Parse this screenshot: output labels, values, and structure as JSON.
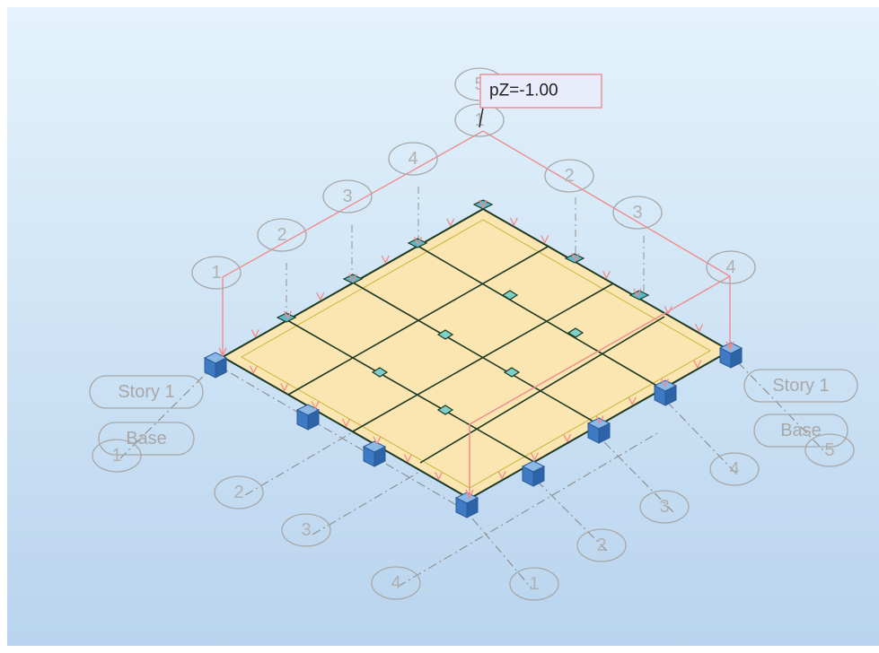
{
  "load_label": "pZ=-1.00",
  "grid_bubbles": {
    "front_left": [
      "1",
      "2",
      "3",
      "4"
    ],
    "front_right": [
      "4",
      "3",
      "2",
      "1"
    ],
    "top_left": [
      "1",
      "2",
      "3",
      "4",
      "5"
    ],
    "top_right": [
      "1",
      "2",
      "3",
      "4"
    ],
    "end_right": "5"
  },
  "levels": {
    "left_story": "Story 1",
    "left_base": "Base",
    "right_story": "Story 1",
    "right_base": "Base"
  },
  "colors": {
    "background_top": "#e4f3fc",
    "background_bottom": "#b9d4ee",
    "slab_fill": "#fbe5b1",
    "slab_edge": "#1e3a24",
    "load": "#f08c8c",
    "support": "#3f7bc4",
    "gridline": "#8c8c8c",
    "label_box": "#e8ecfb",
    "label_border": "#e89aa0"
  }
}
